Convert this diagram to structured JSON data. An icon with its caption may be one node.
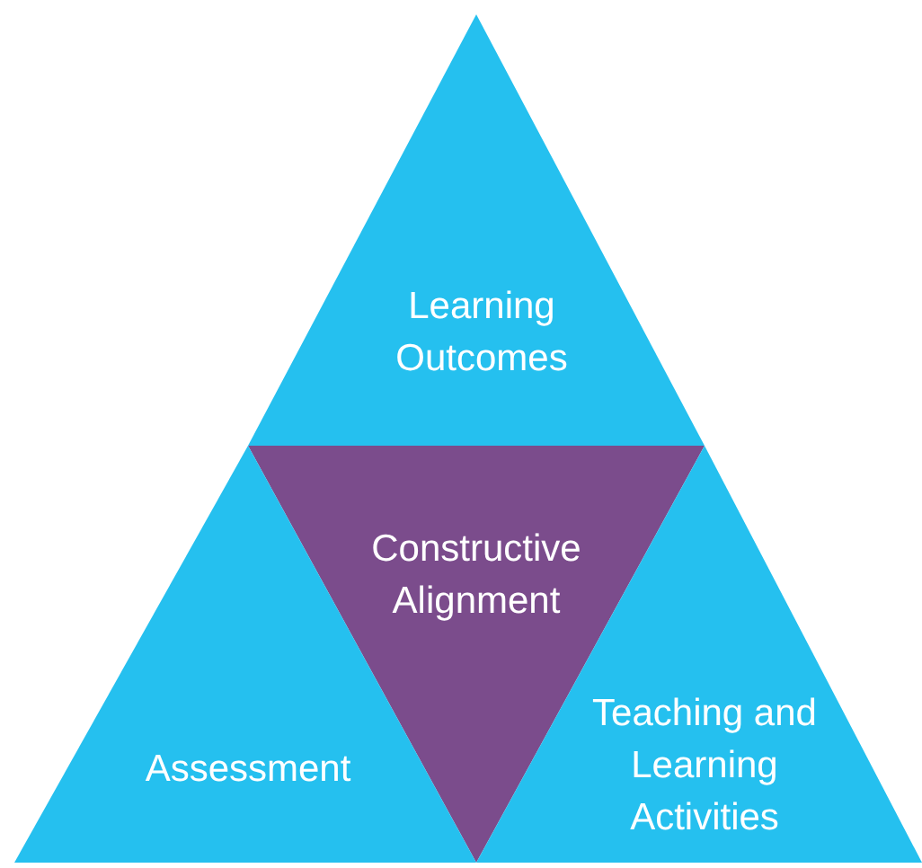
{
  "diagram": {
    "nodes": [
      {
        "text": [
          "Learning Outcomes"
        ]
      },
      {
        "text": [
          "Constructive Alignment"
        ]
      },
      {
        "text": [
          "Assessment"
        ]
      },
      {
        "text": [
          "Teaching and Learning Activities"
        ]
      }
    ]
  }
}
